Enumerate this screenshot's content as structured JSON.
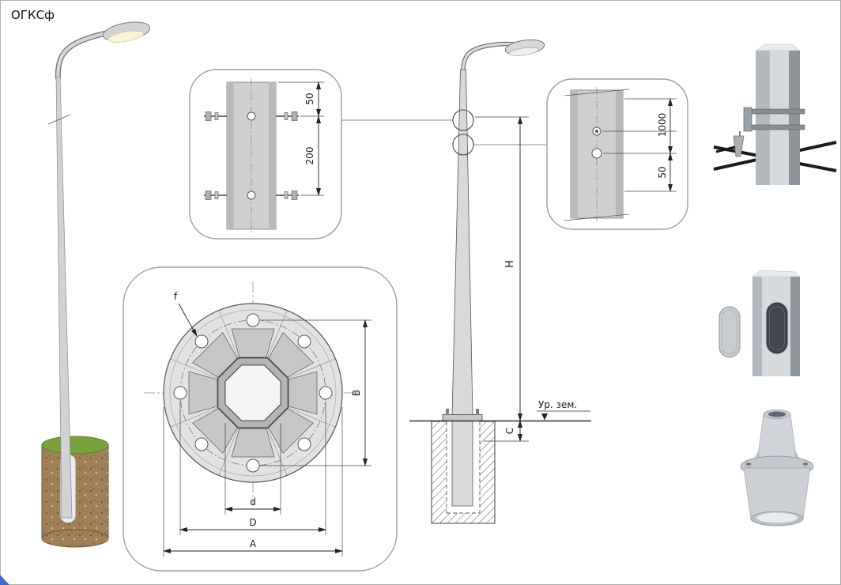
{
  "title": "ОГКСф",
  "colors": {
    "grass": "#7ba13c",
    "soil_base": "#a08057",
    "cable": "#1b1b1b",
    "accent_corner": "#3f6bc9"
  },
  "clamp_detail": {
    "dim_top": "50",
    "dim_span": "200"
  },
  "flange_plan": {
    "hole_label": "f",
    "dim_vertical": "B",
    "dim_octagon": "d",
    "dim_bolt_circle": "D",
    "dim_outer": "A"
  },
  "elevation": {
    "dim_height": "H",
    "dim_embed": "C",
    "ground_label": "Ур. зем."
  },
  "holes_detail": {
    "dim_spacing": "1000",
    "dim_offset": "50"
  }
}
